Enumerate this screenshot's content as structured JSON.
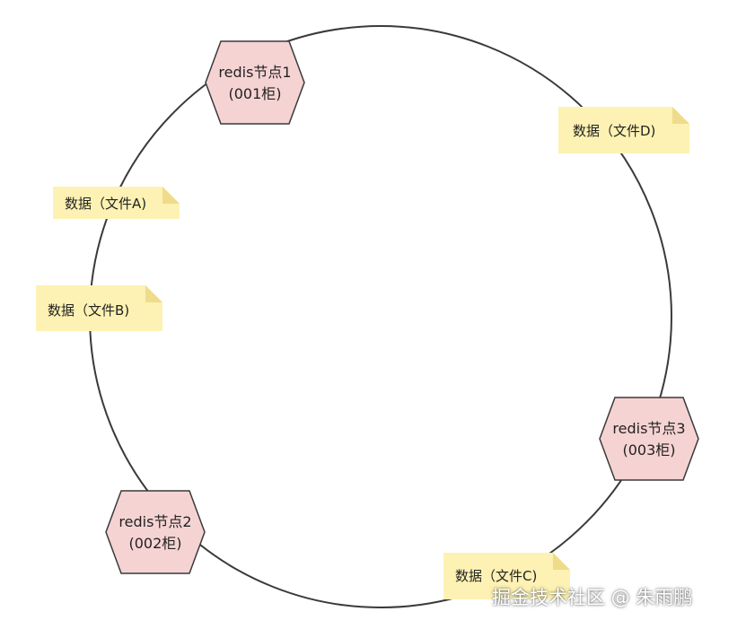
{
  "colors": {
    "ring": "#3a3a3a",
    "node_fill": "#f6d3d3",
    "node_stroke": "#3a3a3a",
    "note_fill": "#fdf2b3",
    "note_fold": "#eedc8a"
  },
  "nodes": [
    {
      "line1": "redis节点1",
      "line2": "(001柜)"
    },
    {
      "line1": "redis节点2",
      "line2": "(002柜)"
    },
    {
      "line1": "redis节点3",
      "line2": "(003柜)"
    }
  ],
  "notes": [
    {
      "label": "数据（文件A)"
    },
    {
      "label": "数据（文件B)"
    },
    {
      "label": "数据（文件C)"
    },
    {
      "label": "数据（文件D)"
    }
  ],
  "watermark": {
    "text": "掘金技术社区 @ 朱雨鹏"
  }
}
